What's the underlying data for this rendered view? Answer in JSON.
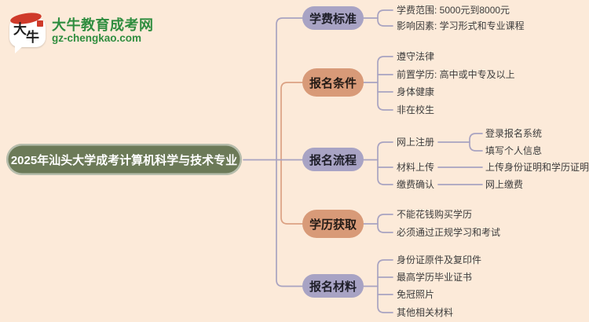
{
  "logo": {
    "bubble_char_1": "大",
    "bubble_char_2": "牛",
    "site_name": "大牛教育成考网",
    "site_url": "gz-chengkao.com"
  },
  "root": {
    "label": "2025年汕头大学成考计算机科学与技术专业"
  },
  "branches": [
    {
      "label": "学费标准",
      "color": "lavender",
      "children": [
        {
          "text": "学费范围: 5000元到8000元"
        },
        {
          "text": "影响因素: 学习形式和专业课程"
        }
      ]
    },
    {
      "label": "报名条件",
      "color": "salmon",
      "children": [
        {
          "text": "遵守法律"
        },
        {
          "text": "前置学历: 高中或中专及以上"
        },
        {
          "text": "身体健康"
        },
        {
          "text": "非在校生"
        }
      ]
    },
    {
      "label": "报名流程",
      "color": "lavender",
      "children": [
        {
          "text": "网上注册",
          "children": [
            {
              "text": "登录报名系统"
            },
            {
              "text": "填写个人信息"
            }
          ]
        },
        {
          "text": "材料上传",
          "children": [
            {
              "text": "上传身份证明和学历证明"
            }
          ]
        },
        {
          "text": "缴费确认",
          "children": [
            {
              "text": "网上缴费"
            }
          ]
        }
      ]
    },
    {
      "label": "学历获取",
      "color": "salmon",
      "children": [
        {
          "text": "不能花钱购买学历"
        },
        {
          "text": "必须通过正规学习和考试"
        }
      ]
    },
    {
      "label": "报名材料",
      "color": "lavender",
      "children": [
        {
          "text": "身份证原件及复印件"
        },
        {
          "text": "最高学历毕业证书"
        },
        {
          "text": "免冠照片"
        },
        {
          "text": "其他相关材料"
        }
      ]
    }
  ],
  "colors": {
    "background": "#fcead9",
    "root_fill": "#6c7a58",
    "root_text": "#ffffff",
    "lavender": "#a8a3c4",
    "salmon": "#d89a78",
    "line_gray": "#a8a3c1",
    "line_salmon": "#dba183",
    "leaf_text": "#3d3d3d",
    "node_text": "#1e1e28",
    "brand_green": "#2f8d3f",
    "seal_red": "#cf3a2a"
  }
}
